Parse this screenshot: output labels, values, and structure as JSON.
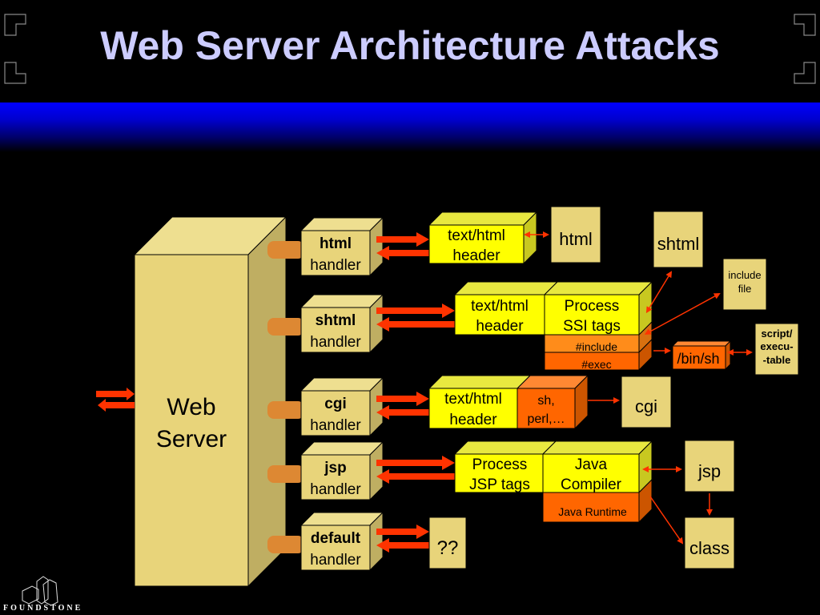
{
  "title": "Web Server Architecture Attacks",
  "server": {
    "line1": "Web",
    "line2": "Server"
  },
  "handlers": [
    {
      "name": "html",
      "suffix": "handler"
    },
    {
      "name": "shtml",
      "suffix": "handler"
    },
    {
      "name": "cgi",
      "suffix": "handler"
    },
    {
      "name": "jsp",
      "suffix": "handler"
    },
    {
      "name": "default",
      "suffix": "handler"
    }
  ],
  "html_row": {
    "header1": "text/html",
    "header2": "header",
    "file": "html"
  },
  "shtml_row": {
    "header1": "text/html",
    "header2": "header",
    "process1": "Process",
    "process2": "SSI tags",
    "include": "#include",
    "exec": "#exec",
    "file": "shtml",
    "include_file1": "include",
    "include_file2": "file",
    "binsh": "/bin/sh",
    "script1": "script/",
    "script2": "execu-",
    "script3": "-table"
  },
  "cgi_row": {
    "header1": "text/html",
    "header2": "header",
    "interp1": "sh,",
    "interp2": "perl,…",
    "file": "cgi"
  },
  "jsp_row": {
    "process1": "Process",
    "process2": "JSP tags",
    "compiler1": "Java",
    "compiler2": "Compiler",
    "runtime": "Java Runtime",
    "file": "jsp",
    "class_file": "class"
  },
  "default_row": {
    "file": "??"
  },
  "logo": "FOUNDSTONE",
  "colors": {
    "title": "#ccccff",
    "band": "#0000ff",
    "tan": "#e8d47a",
    "tan_side": "#b8a860",
    "yellow": "#ffff00",
    "orange": "#ff6600",
    "arrow": "#ff3300",
    "connector": "#dd8833"
  }
}
